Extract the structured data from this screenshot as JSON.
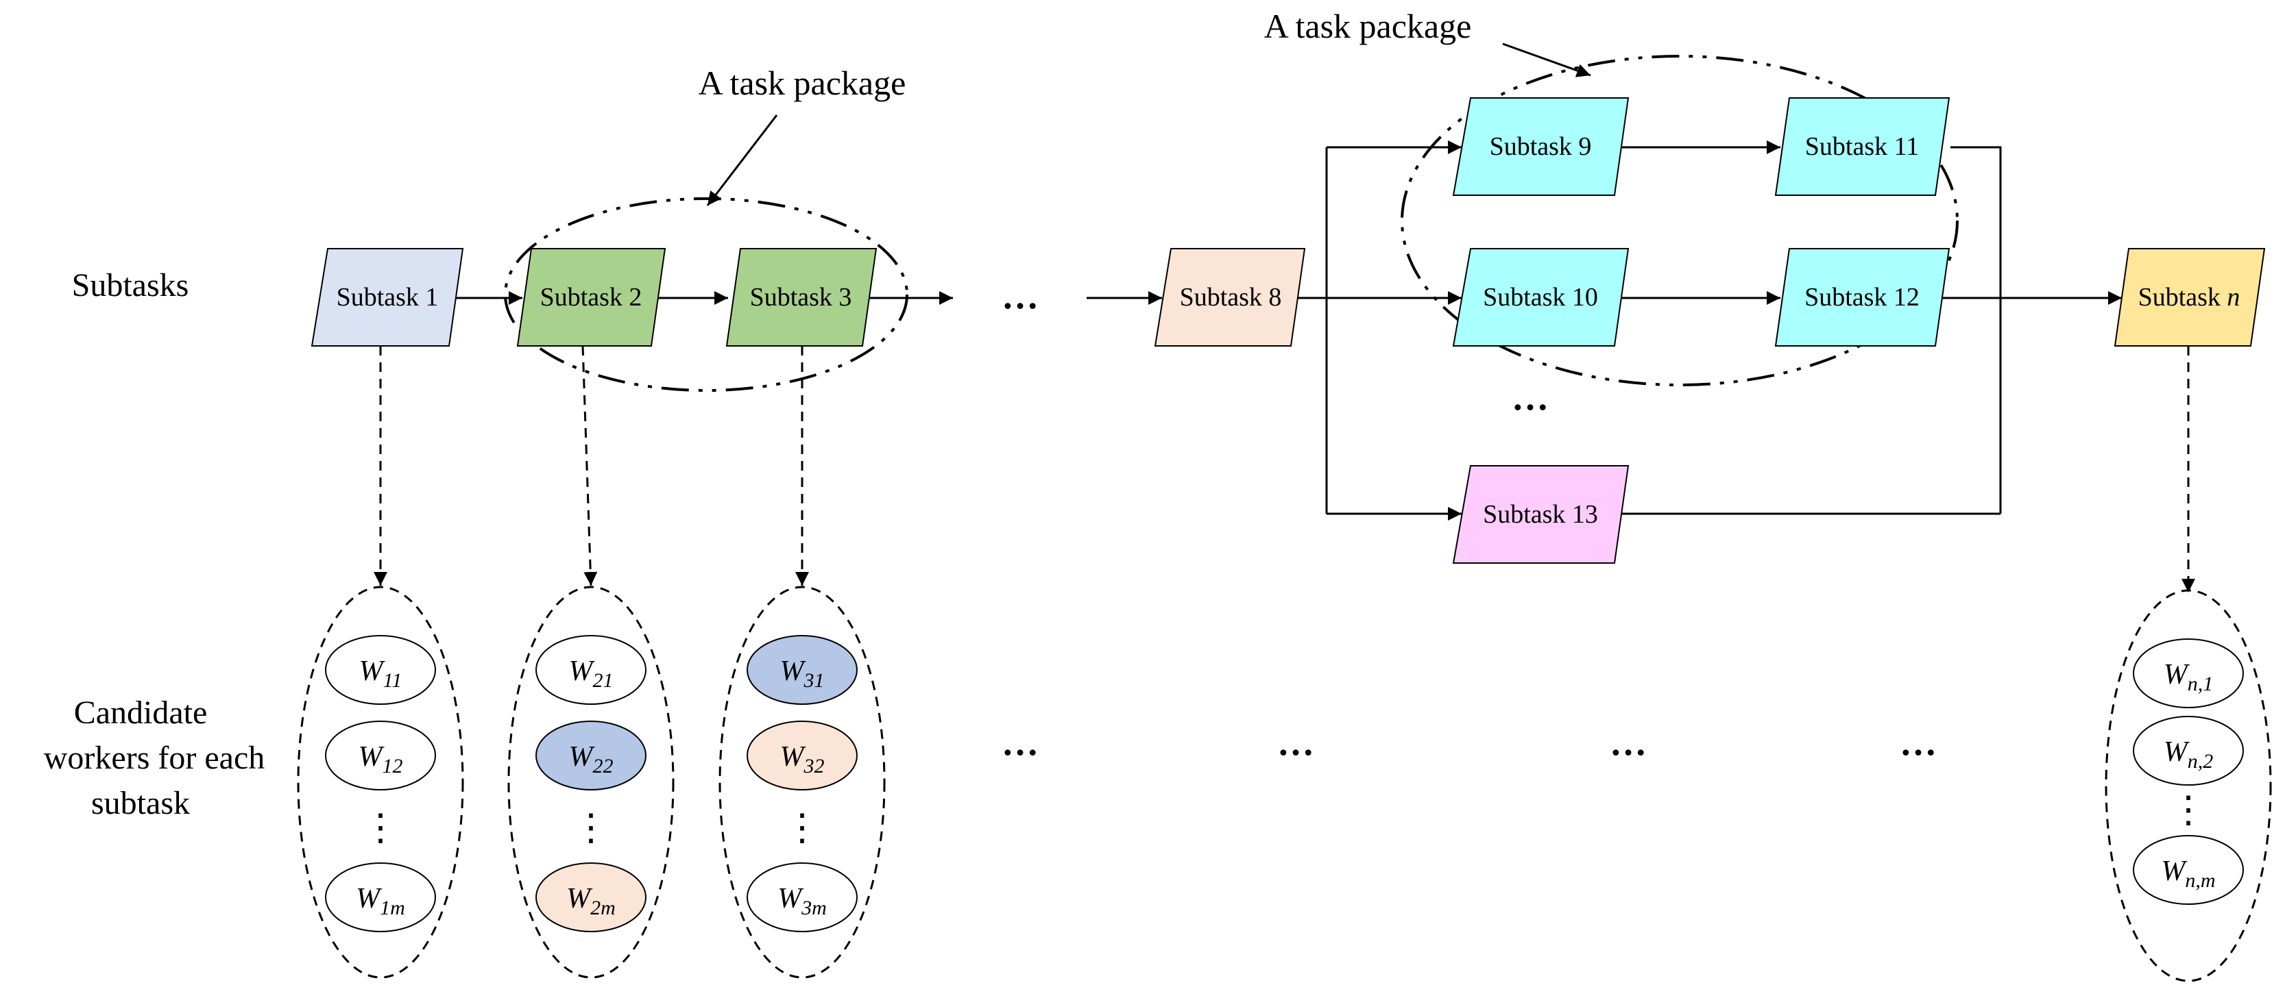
{
  "labels": {
    "subtasks_row": "Subtasks",
    "workers_row": [
      "Candidate",
      "workers for each",
      "subtask"
    ],
    "task_package_1": "A task package",
    "task_package_2": "A task package"
  },
  "subtasks": [
    {
      "prefix": "Subtask ",
      "num": "1"
    },
    {
      "prefix": "Subtask ",
      "num": "2"
    },
    {
      "prefix": "Subtask ",
      "num": "3"
    },
    {
      "prefix": "Subtask ",
      "num": "8"
    },
    {
      "prefix": "Subtask ",
      "num": "9"
    },
    {
      "prefix": "Subtask ",
      "num": "10"
    },
    {
      "prefix": "Subtask ",
      "num": "11"
    },
    {
      "prefix": "Subtask ",
      "num": "12"
    },
    {
      "prefix": "Subtask ",
      "num": "13"
    },
    {
      "prefix": "Subtask ",
      "num": "n"
    }
  ],
  "workers": {
    "g1": [
      {
        "base": "W",
        "sub": "11"
      },
      {
        "base": "W",
        "sub": "12"
      },
      {
        "base": "W",
        "sub": "1m"
      }
    ],
    "g2": [
      {
        "base": "W",
        "sub": "21"
      },
      {
        "base": "W",
        "sub": "22"
      },
      {
        "base": "W",
        "sub": "2m"
      }
    ],
    "g3": [
      {
        "base": "W",
        "sub": "31"
      },
      {
        "base": "W",
        "sub": "32"
      },
      {
        "base": "W",
        "sub": "3m"
      }
    ],
    "gn": [
      {
        "base": "W",
        "sub": "n,1"
      },
      {
        "base": "W",
        "sub": "n,2"
      },
      {
        "base": "W",
        "sub": "n,m"
      }
    ]
  },
  "ellipsis": "…",
  "vellipsis": "⋮",
  "colors": {
    "subtask1": "#dae3f3",
    "package1": "#a9d18e",
    "subtask8": "#fbe5d6",
    "package2": "#aaffff",
    "subtask13": "#ffccff",
    "subtaskn": "#ffe699",
    "worker_blue": "#b4c7e7",
    "worker_orange": "#fbe5d6"
  }
}
